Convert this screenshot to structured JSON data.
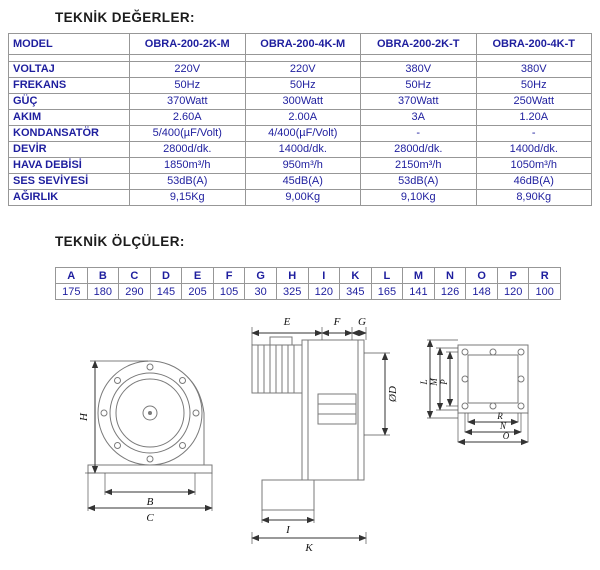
{
  "page": {
    "title_values": "TEKNİK DEĞERLER:",
    "title_dimensions": "TEKNİK ÖLÇÜLER:"
  },
  "spec_table": {
    "header": [
      "MODEL",
      "OBRA-200-2K-M",
      "OBRA-200-4K-M",
      "OBRA-200-2K-T",
      "OBRA-200-4K-T"
    ],
    "rows": [
      {
        "label": "VOLTAJ",
        "values": [
          "220V",
          "220V",
          "380V",
          "380V"
        ]
      },
      {
        "label": "FREKANS",
        "values": [
          "50Hz",
          "50Hz",
          "50Hz",
          "50Hz"
        ]
      },
      {
        "label": "GÜÇ",
        "values": [
          "370Watt",
          "300Watt",
          "370Watt",
          "250Watt"
        ]
      },
      {
        "label": "AKIM",
        "values": [
          "2.60A",
          "2.00A",
          "3A",
          "1.20A"
        ]
      },
      {
        "label": "KONDANSATÖR",
        "values": [
          "5/400(µF/Volt)",
          "4/400(µF/Volt)",
          "-",
          "-"
        ]
      },
      {
        "label": "DEVİR",
        "values": [
          "2800d/dk.",
          "1400d/dk.",
          "2800d/dk.",
          "1400d/dk."
        ]
      },
      {
        "label": "HAVA DEBİSİ",
        "values": [
          "1850m³/h",
          "950m³/h",
          "2150m³/h",
          "1050m³/h"
        ]
      },
      {
        "label": "SES SEVİYESİ",
        "values": [
          "53dB(A)",
          "45dB(A)",
          "53dB(A)",
          "46dB(A)"
        ]
      },
      {
        "label": "AĞIRLIK",
        "values": [
          "9,15Kg",
          "9,00Kg",
          "9,10Kg",
          "8,90Kg"
        ]
      }
    ]
  },
  "dimensions_table": {
    "letters": [
      "A",
      "B",
      "C",
      "D",
      "E",
      "F",
      "G",
      "H",
      "I",
      "K",
      "L",
      "M",
      "N",
      "O",
      "P",
      "R"
    ],
    "values": [
      "175",
      "180",
      "290",
      "145",
      "205",
      "105",
      "30",
      "325",
      "120",
      "345",
      "165",
      "141",
      "126",
      "148",
      "120",
      "100"
    ]
  },
  "diagrams": {
    "left": {
      "h": "H",
      "b": "B",
      "c": "C"
    },
    "middle": {
      "e": "E",
      "f": "F",
      "g": "G",
      "d": "ØD",
      "i": "I",
      "k": "K"
    },
    "right": {
      "l": "L",
      "m": "M",
      "p": "P",
      "r": "R",
      "n": "N",
      "o": "O"
    }
  },
  "colors": {
    "table_text": "#1e1e9e",
    "border": "#979797",
    "drawing": "#7a7a7a"
  }
}
